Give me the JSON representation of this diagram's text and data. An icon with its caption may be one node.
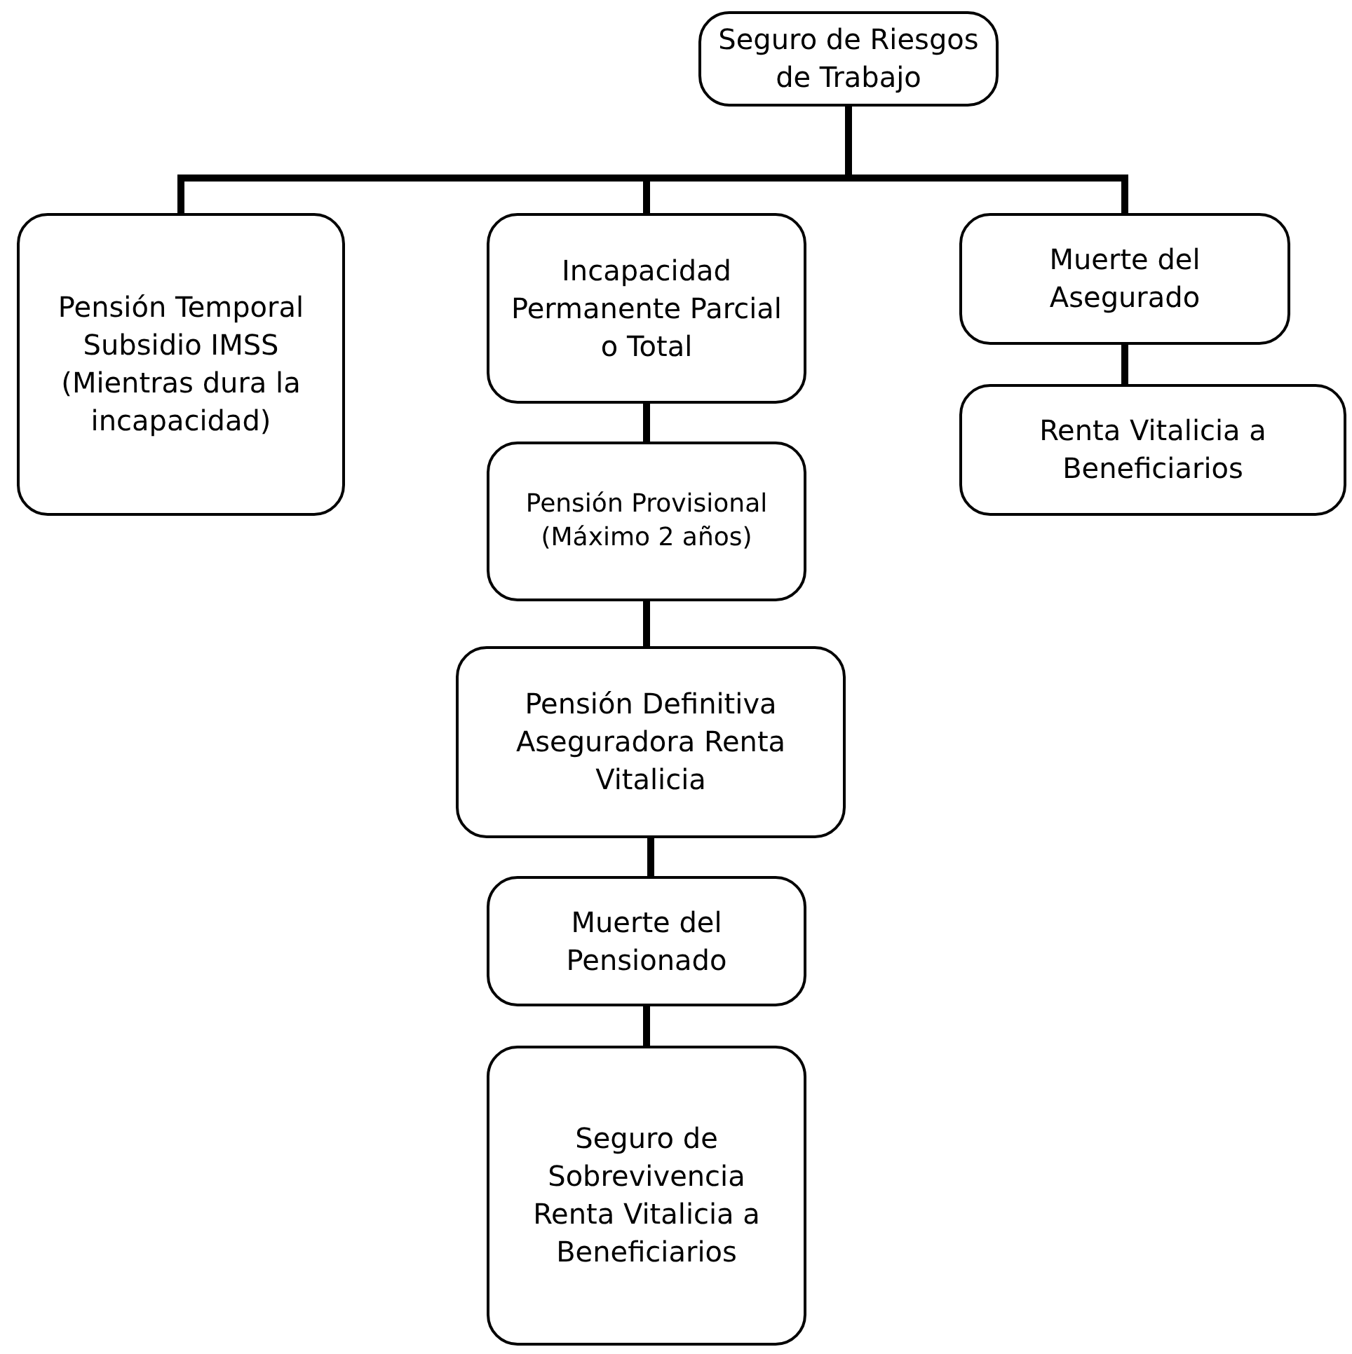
{
  "diagram": {
    "nodes": [
      {
        "text": [
          "Seguro de Riesgos de Trabajo"
        ]
      },
      {
        "text": [
          "Pensión Temporal Subsidio IMSS (Mientras dura la incapacidad)"
        ]
      },
      {
        "text": [
          "Incapacidad Permanente Parcial o Total"
        ]
      },
      {
        "text": [
          "Muerte del Asegurado"
        ]
      },
      {
        "text": [
          "Pensión Provisional (Máximo 2 años)"
        ]
      },
      {
        "text": [
          "Pensión Definitiva Aseguradora Renta Vitalicia"
        ]
      },
      {
        "text": [
          "Muerte del Pensionado"
        ]
      },
      {
        "text": [
          "Seguro de Sobrevivencia Renta Vitalicia a Beneficiarios"
        ]
      },
      {
        "text": [
          "Renta Vitalicia a Beneficiarios"
        ]
      }
    ],
    "edges": [
      {
        "from": 0,
        "to": 1,
        "arrow": "none"
      },
      {
        "from": 0,
        "to": 2,
        "arrow": "none"
      },
      {
        "from": 0,
        "to": 3,
        "arrow": "none"
      },
      {
        "from": 2,
        "to": 4,
        "arrow": "none"
      },
      {
        "from": 4,
        "to": 5,
        "arrow": "none"
      },
      {
        "from": 5,
        "to": 6,
        "arrow": "none"
      },
      {
        "from": 6,
        "to": 7,
        "arrow": "none"
      },
      {
        "from": 3,
        "to": 8,
        "arrow": "none"
      }
    ]
  }
}
